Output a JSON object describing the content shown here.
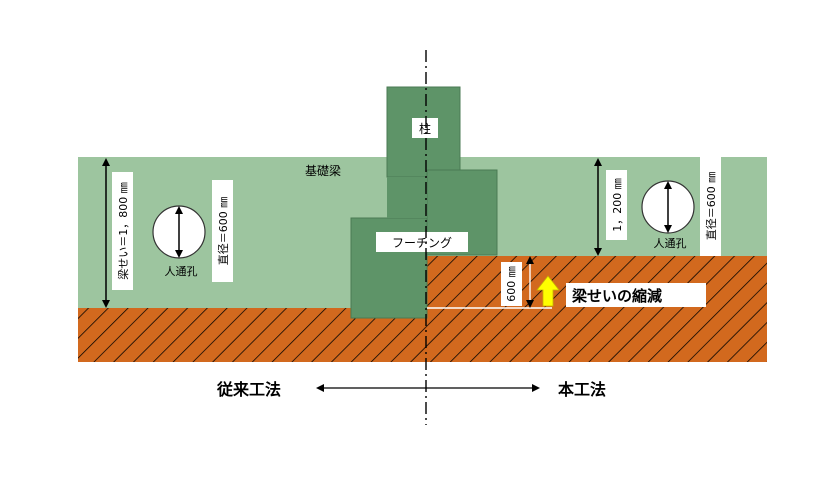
{
  "labels": {
    "column": "柱",
    "foundation_beam": "基礎梁",
    "footing": "フーチング",
    "beam_height_left": "梁せい＝1，800 ㎜",
    "diameter_left": "直径＝600 ㎜",
    "manhole_left": "人通孔",
    "beam_height_right": "1，200 ㎜",
    "diameter_right": "直径＝600 ㎜",
    "manhole_right": "人通孔",
    "reduction_height": "600 ㎜",
    "reduction_text": "梁せいの縮減",
    "method_conventional": "従来工法",
    "method_new": "本工法"
  },
  "colors": {
    "beam_fill": "#9dc59f",
    "column_fill": "#5e9468",
    "soil_fill": "#d2691e",
    "arrow_yellow": "#ffff00"
  },
  "icons": {
    "double_arrow": "double-arrow-horizontal",
    "up_arrow": "up-arrow"
  }
}
